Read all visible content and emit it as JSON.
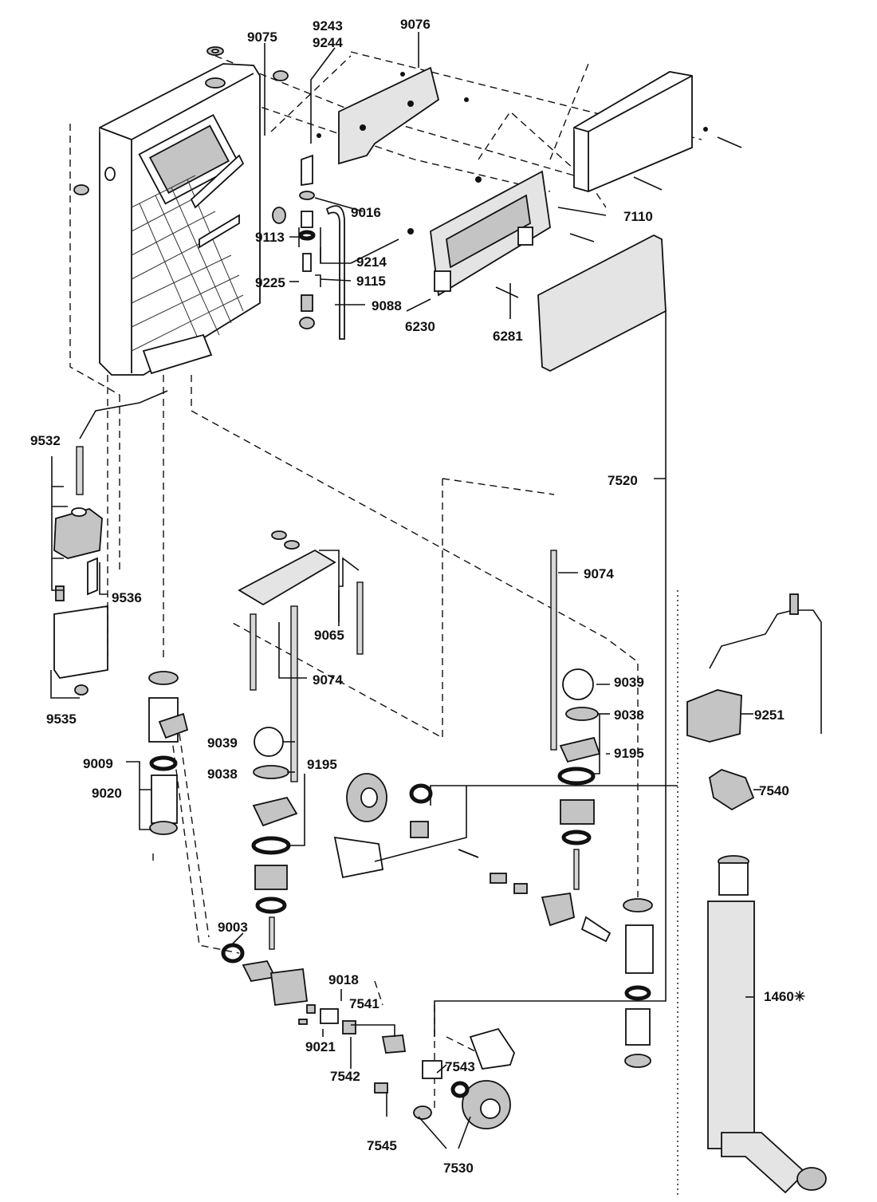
{
  "parts": {
    "p9075": "9075",
    "p9243": "9243",
    "p9244": "9244",
    "p9076": "9076",
    "p9016": "9016",
    "p7110": "7110",
    "p9113": "9113",
    "p9214": "9214",
    "p9225": "9225",
    "p9115": "9115",
    "p9088": "9088",
    "p6230": "6230",
    "p6281": "6281",
    "p9532": "9532",
    "p7520": "7520",
    "p9536": "9536",
    "p9074a": "9074",
    "p9065": "9065",
    "p9074b": "9074",
    "p9535": "9535",
    "p9039a": "9039",
    "p9038a": "9038",
    "p9195a": "9195",
    "p9039b": "9039",
    "p9038b": "9038",
    "p9195b": "9195",
    "p9251": "9251",
    "p9009": "9009",
    "p9020": "9020",
    "p7540": "7540",
    "p9003": "9003",
    "p9018": "9018",
    "p7541": "7541",
    "p9021": "9021",
    "p7542": "7542",
    "p7543": "7543",
    "p1460": "1460✳",
    "p7545": "7545",
    "p7530": "7530"
  }
}
